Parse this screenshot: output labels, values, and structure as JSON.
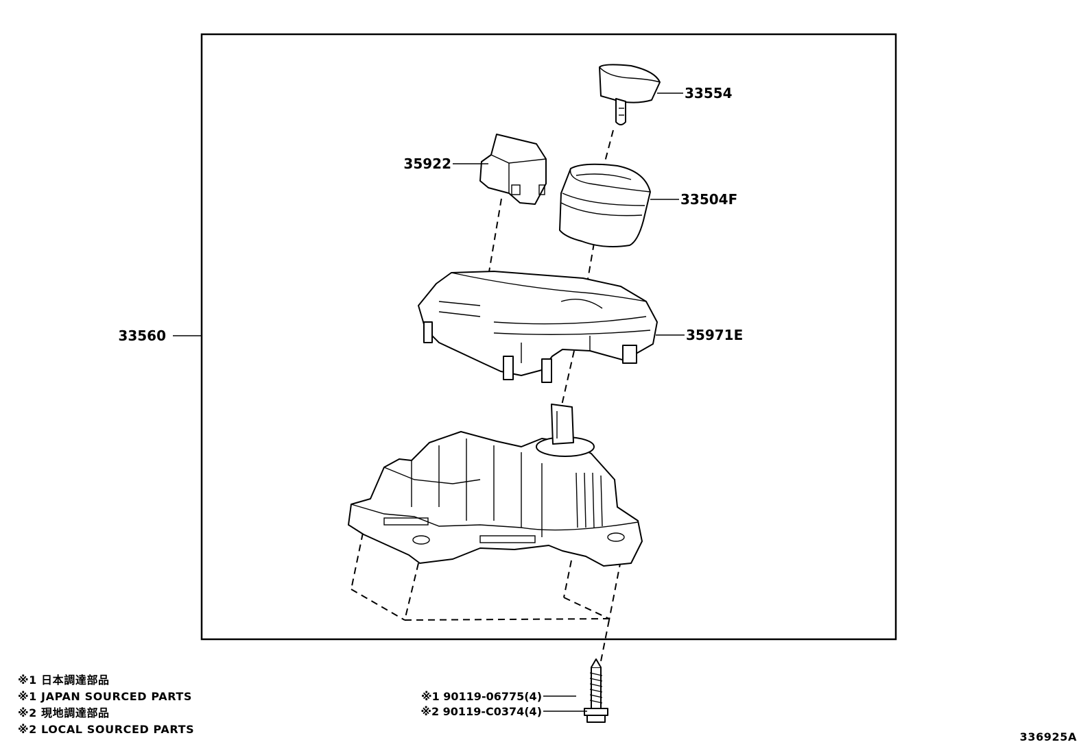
{
  "callouts": {
    "p33554": "33554",
    "p35922": "35922",
    "p33504F": "33504F",
    "p33560": "33560",
    "p35971E": "35971E"
  },
  "fastener": {
    "line1": "※1 90119-06775(4)",
    "line2": "※2 90119-C0374(4)"
  },
  "notes": [
    "※1 日本調達部品",
    "※1 JAPAN SOURCED PARTS",
    "※2 現地調達部品",
    "※2 LOCAL SOURCED PARTS"
  ],
  "illustration_id": "336925A"
}
